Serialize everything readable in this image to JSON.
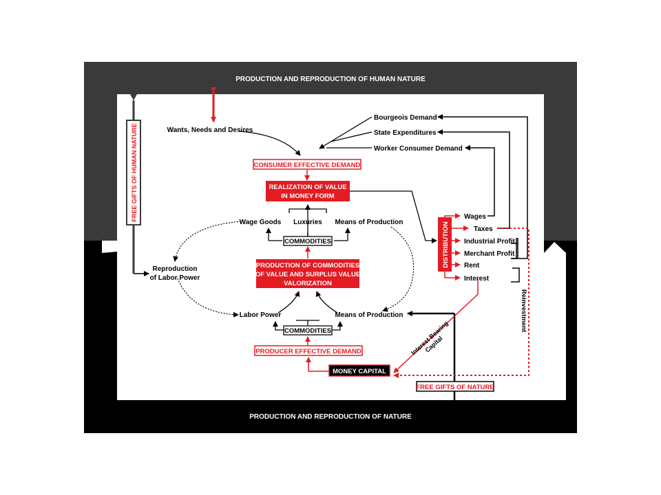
{
  "frame": {
    "top_band": "PRODUCTION AND REPRODUCTION OF HUMAN NATURE",
    "bottom_band": "PRODUCTION AND REPRODUCTION OF NATURE",
    "left_label": "FREE GIFTS OF HUMAN NATURE",
    "free_gifts_nature": "FREE GIFTS OF NATURE"
  },
  "nodes": {
    "wants": "Wants, Needs and Desires",
    "consumer_demand": "CONSUMER EFFECTIVE DEMAND",
    "realization_line1": "REALIZATION OF VALUE",
    "realization_line2": "IN MONEY FORM",
    "wage_goods": "Wage Goods",
    "luxuries": "Luxuries",
    "means_top": "Means of Production",
    "commodities_top": "COMMODITIES",
    "production_line1": "PRODUCTION OF COMMODITIES",
    "production_line2": "OF VALUE AND SURPLUS VALUE",
    "production_line3": "VALORIZATION",
    "reproduction_line1": "Reproduction",
    "reproduction_line2": "of Labor Power",
    "labor_power": "Labor Power",
    "means_bottom": "Means of Production",
    "commodities_bottom": "COMMODITIES",
    "producer_demand": "PRODUCER EFFECTIVE DEMAND",
    "money_capital": "MONEY CAPITAL",
    "interest_bearing_line1": "Interest Bearing",
    "interest_bearing_line2": "Capital",
    "reinvestment": "Reinvestment",
    "distribution": "DISTRIBUTION"
  },
  "demands": [
    "Bourgeois Demand",
    "State Expenditures",
    "Worker Consumer Demand"
  ],
  "distribution_items": [
    "Wages",
    "Taxes",
    "Industrial Profit",
    "Merchant Profit",
    "Rent",
    "Interest"
  ],
  "colors": {
    "accent_red": "#e31b23",
    "dark_band": "#3a3a3a",
    "black_band": "#000000"
  }
}
